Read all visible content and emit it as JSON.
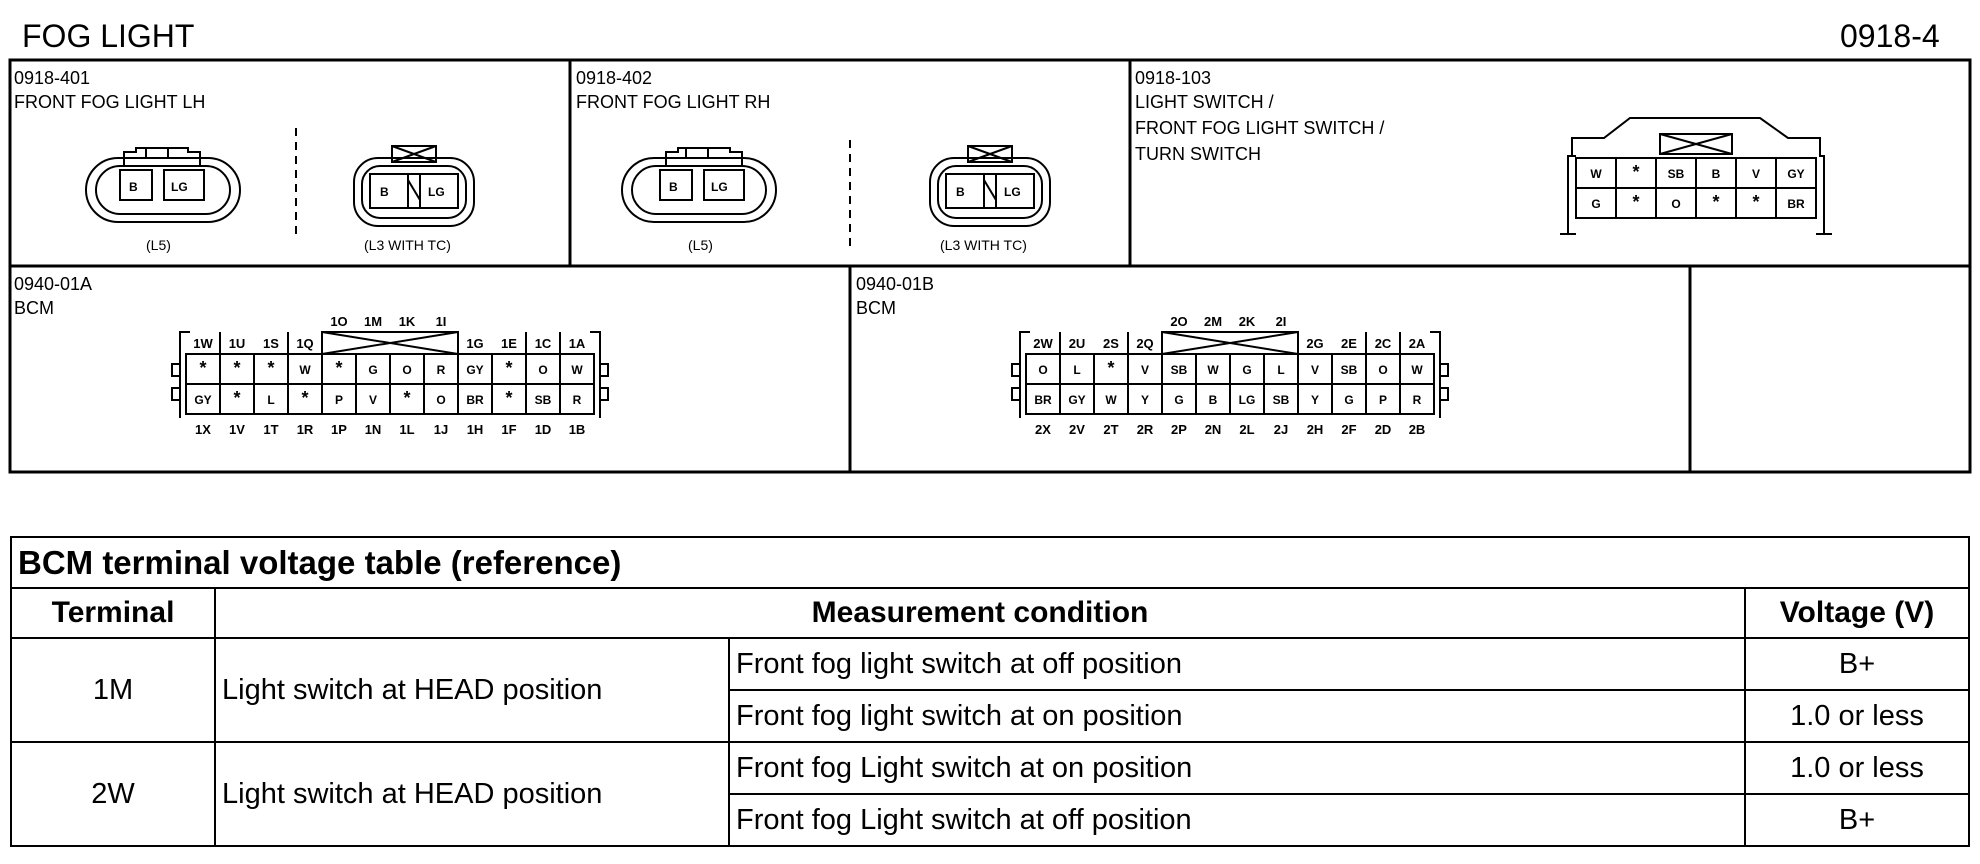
{
  "header": {
    "title": "FOG LIGHT",
    "code": "0918-4"
  },
  "connectors": {
    "front_fog_lh": {
      "code": "0918-401",
      "name": "FRONT FOG LIGHT LH",
      "left": {
        "pins": [
          "B",
          "LG"
        ],
        "note": "(L5)"
      },
      "right": {
        "pins": [
          "B",
          "LG"
        ],
        "note": "(L3 WITH TC)"
      }
    },
    "front_fog_rh": {
      "code": "0918-402",
      "name": "FRONT FOG LIGHT RH",
      "left": {
        "pins": [
          "B",
          "LG"
        ],
        "note": "(L5)"
      },
      "right": {
        "pins": [
          "B",
          "LG"
        ],
        "note": "(L3 WITH TC)"
      }
    },
    "light_switch": {
      "code": "0918-103",
      "name_lines": [
        "LIGHT SWITCH /",
        "FRONT FOG LIGHT SWITCH /",
        "TURN SWITCH"
      ],
      "rows": [
        [
          "W",
          "*",
          "SB",
          "B",
          "V",
          "GY"
        ],
        [
          "G",
          "*",
          "O",
          "*",
          "*",
          "BR"
        ]
      ]
    },
    "bcm_a": {
      "code": "0940-01A",
      "name": "BCM",
      "top_labels": [
        "1W",
        "1U",
        "1S",
        "1Q",
        "1O",
        "1M",
        "1K",
        "1I",
        "1G",
        "1E",
        "1C",
        "1A"
      ],
      "row1": [
        "*",
        "*",
        "*",
        "W",
        "*",
        "G",
        "O",
        "R",
        "GY",
        "*",
        "O",
        "W"
      ],
      "row2": [
        "GY",
        "*",
        "L",
        "*",
        "P",
        "V",
        "*",
        "O",
        "BR",
        "*",
        "SB",
        "R"
      ],
      "bottom_labels": [
        "1X",
        "1V",
        "1T",
        "1R",
        "1P",
        "1N",
        "1L",
        "1J",
        "1H",
        "1F",
        "1D",
        "1B"
      ]
    },
    "bcm_b": {
      "code": "0940-01B",
      "name": "BCM",
      "top_labels": [
        "2W",
        "2U",
        "2S",
        "2Q",
        "2O",
        "2M",
        "2K",
        "2I",
        "2G",
        "2E",
        "2C",
        "2A"
      ],
      "row1": [
        "O",
        "L",
        "*",
        "V",
        "SB",
        "W",
        "G",
        "L",
        "V",
        "SB",
        "O",
        "W"
      ],
      "row2": [
        "BR",
        "GY",
        "W",
        "Y",
        "G",
        "B",
        "LG",
        "SB",
        "Y",
        "G",
        "P",
        "R"
      ],
      "bottom_labels": [
        "2X",
        "2V",
        "2T",
        "2R",
        "2P",
        "2N",
        "2L",
        "2J",
        "2H",
        "2F",
        "2D",
        "2B"
      ]
    }
  },
  "voltage_table": {
    "title": "BCM terminal voltage table (reference)",
    "headers": {
      "terminal": "Terminal",
      "condition": "Measurement condition",
      "voltage": "Voltage (V)"
    },
    "rows": [
      {
        "terminal": "1M",
        "main_condition": "Light switch at HEAD position",
        "sub": [
          {
            "condition": "Front fog light switch at off position",
            "voltage": "B+"
          },
          {
            "condition": "Front fog light switch at on position",
            "voltage": "1.0 or less"
          }
        ]
      },
      {
        "terminal": "2W",
        "main_condition": "Light switch at HEAD position",
        "sub": [
          {
            "condition": "Front fog Light switch at on position",
            "voltage": "1.0 or less"
          },
          {
            "condition": "Front fog Light switch at off position",
            "voltage": "B+"
          }
        ]
      }
    ]
  }
}
